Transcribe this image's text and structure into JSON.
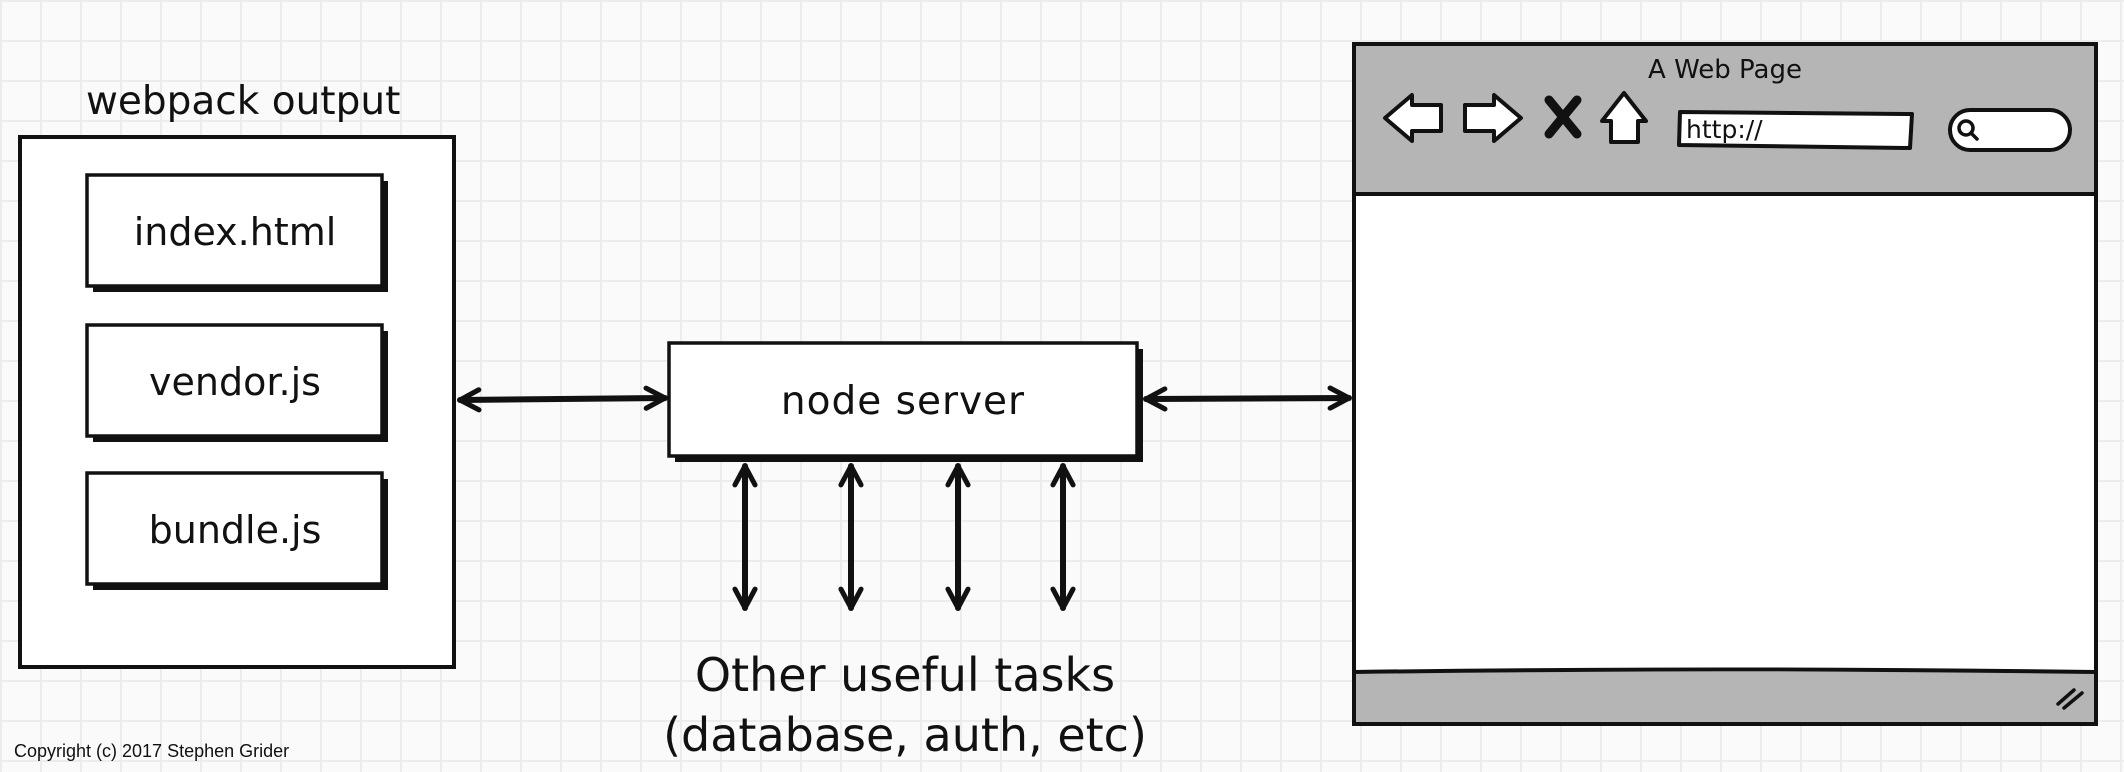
{
  "diagram": {
    "webpack_output": {
      "title": "webpack output",
      "files": [
        "index.html",
        "vendor.js",
        "bundle.js"
      ]
    },
    "server": {
      "label": "node  server"
    },
    "tasks": {
      "line1": "Other useful tasks",
      "line2": "(database, auth, etc)"
    },
    "browser": {
      "title": "A Web Page",
      "url": "http://",
      "icons": [
        "back-arrow-icon",
        "forward-arrow-icon",
        "close-icon",
        "home-icon",
        "search-icon",
        "resize-grip-icon"
      ]
    }
  },
  "footer": {
    "copyright": "Copyright (c) 2017 Stephen Grider"
  },
  "colors": {
    "stroke": "#111111",
    "browser_chrome": "#b5b5b5",
    "panel_fill": "#ffffff",
    "grid": "#ececec"
  }
}
